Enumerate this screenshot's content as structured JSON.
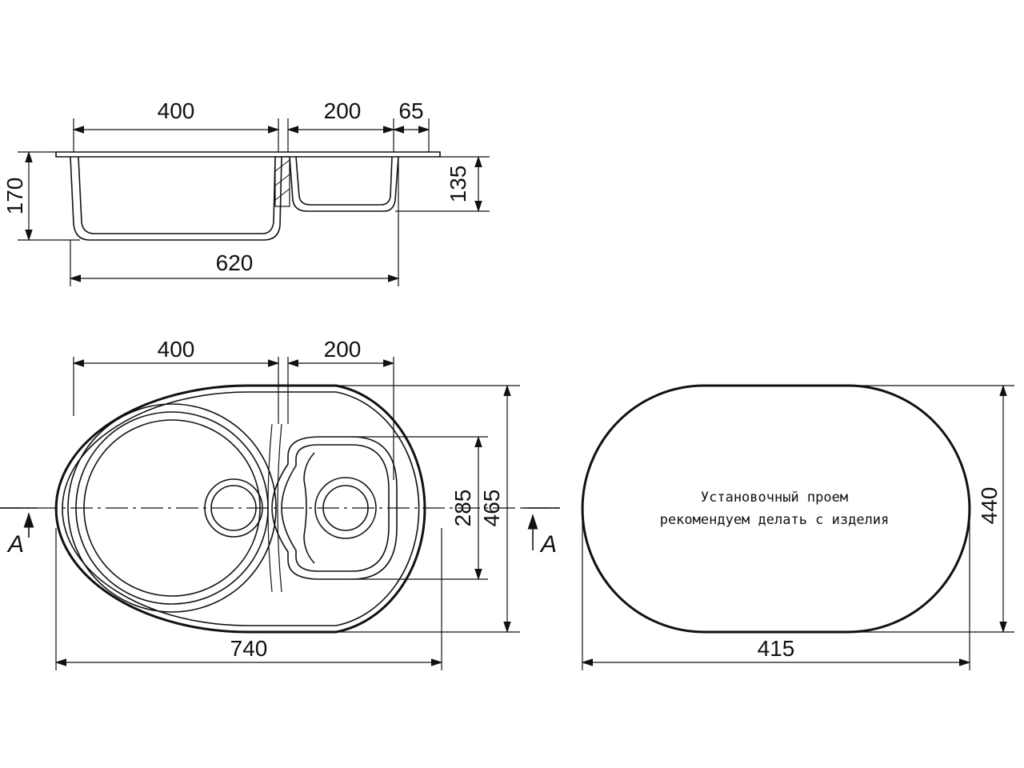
{
  "section_view": {
    "dims": {
      "bowl_width": "400",
      "small_bowl_width": "200",
      "flange_width": "65",
      "depth_large": "170",
      "depth_small": "135",
      "overall_width": "620"
    }
  },
  "plan_view": {
    "dims": {
      "bowl_width": "400",
      "small_bowl_width": "200",
      "small_bowl_height": "285",
      "overall_height": "465",
      "overall_width": "740"
    },
    "section_mark": "A"
  },
  "cutout_view": {
    "note_line1": "Установочный проем",
    "note_line2": "рекомендуем делать с изделия",
    "dims": {
      "height": "440",
      "width": "415"
    }
  }
}
